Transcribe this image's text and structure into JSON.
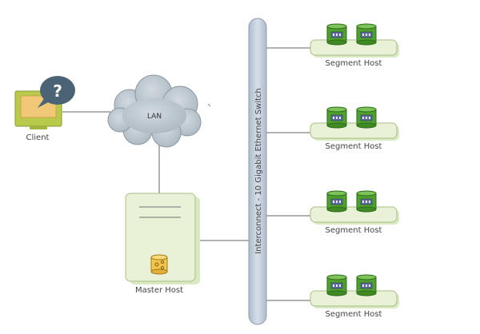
{
  "client": {
    "label": "Client",
    "badge": "?"
  },
  "lan": {
    "label": "LAN"
  },
  "master": {
    "label": "Master Host"
  },
  "interconnect": {
    "label": "Interconnect - 10 Gigabit Ethernet Switch"
  },
  "segments": [
    {
      "label": "Segment Host"
    },
    {
      "label": "Segment Host"
    },
    {
      "label": "Segment Host"
    },
    {
      "label": "Segment Host"
    }
  ],
  "colors": {
    "line": "#666666",
    "host_fill": "#e9f2d7",
    "host_stroke": "#a9bf86",
    "shadow": "#dbe9c2",
    "disk_green": "#4fa12d",
    "disk_dark": "#2f6b1a",
    "cloud_fill": "#b9c4cc",
    "cloud_stroke": "#8d99a2",
    "switch_fill": "#c9d3e0",
    "switch_stroke": "#8f9cad",
    "bubble": "#4a6475",
    "monitor_frame": "#b8c94c",
    "monitor_screen": "#f1c877"
  }
}
